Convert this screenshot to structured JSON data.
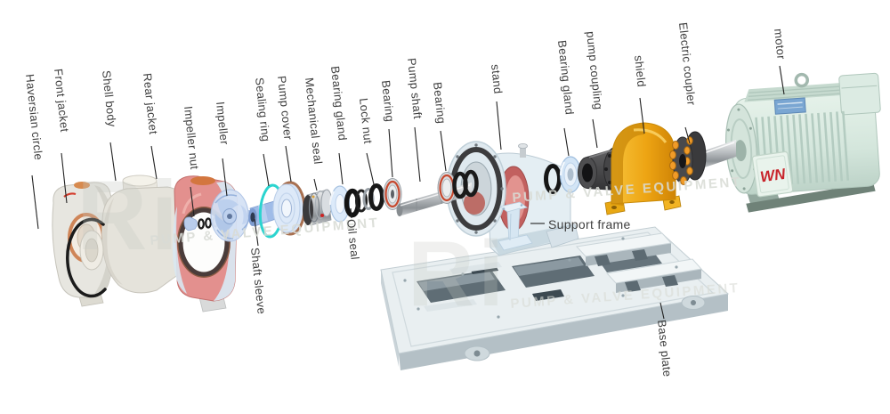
{
  "watermark": {
    "brand": "Ri",
    "tagline": "PUMP & VALVE EQUIPMENT"
  },
  "motor": {
    "logo": "WN"
  },
  "palette": {
    "shield_yellow": "#f2b01e",
    "motor_green": "#d9e9e1",
    "logo_red": "#c8242b",
    "sealing_ring_cyan": "#2bd4cf",
    "rear_jacket_pink": "#e58e8e",
    "leader_line": "#222222",
    "label_text": "#3e3e3e"
  },
  "labels": [
    {
      "id": "haversian-circle",
      "text": "Haversian circle"
    },
    {
      "id": "front-jacket",
      "text": "Front jacket"
    },
    {
      "id": "shell-body",
      "text": "Shell body"
    },
    {
      "id": "rear-jacket",
      "text": "Rear jacket"
    },
    {
      "id": "impeller-nut",
      "text": "Impeller nut"
    },
    {
      "id": "impeller",
      "text": "Impeller"
    },
    {
      "id": "sealing-ring",
      "text": "Sealing ring"
    },
    {
      "id": "pump-cover",
      "text": "Pump cover"
    },
    {
      "id": "mechanical-seal",
      "text": "Mechanical seal"
    },
    {
      "id": "bearing-gland-front",
      "text": "Bearing gland"
    },
    {
      "id": "lock-nut",
      "text": "Lock nut"
    },
    {
      "id": "bearing-1",
      "text": "Bearing"
    },
    {
      "id": "pump-shaft",
      "text": "Pump shaft"
    },
    {
      "id": "bearing-2",
      "text": "Bearing"
    },
    {
      "id": "stand",
      "text": "stand"
    },
    {
      "id": "bearing-gland-rear",
      "text": "Bearing gland"
    },
    {
      "id": "pump-coupling",
      "text": "pump coupling"
    },
    {
      "id": "shield",
      "text": "shield"
    },
    {
      "id": "electric-coupler",
      "text": "Electric coupler"
    },
    {
      "id": "motor",
      "text": "motor"
    },
    {
      "id": "oil-seal",
      "text": "Oil seal"
    },
    {
      "id": "shaft-sleeve",
      "text": "Shaft sleeve"
    },
    {
      "id": "support-frame",
      "text": "Support frame"
    },
    {
      "id": "base-plate",
      "text": "Base plate"
    }
  ]
}
